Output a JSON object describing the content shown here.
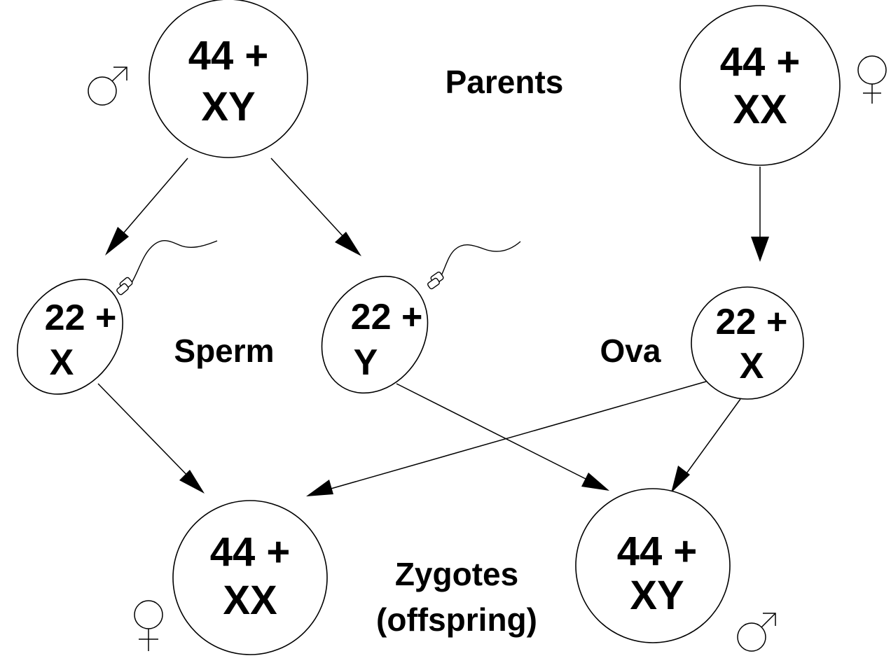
{
  "parents": {
    "label": "Parents",
    "male": {
      "line1": "44 +",
      "line2": "XY"
    },
    "female": {
      "line1": "44 +",
      "line2": "XX"
    }
  },
  "gametes": {
    "sperm_label": "Sperm",
    "ova_label": "Ova",
    "sperm_x": {
      "line1": "22 +",
      "line2": "X"
    },
    "sperm_y": {
      "line1": "22 +",
      "line2": "Y"
    },
    "ovum_x": {
      "line1": "22 +",
      "line2": "X"
    }
  },
  "zygotes": {
    "label_line1": "Zygotes",
    "label_line2": "(offspring)",
    "female": {
      "line1": "44 +",
      "line2": "XX"
    },
    "male": {
      "line1": "44 +",
      "line2": "XY"
    }
  },
  "symbols": {
    "male_icon": "male-symbol",
    "female_icon": "female-symbol"
  }
}
